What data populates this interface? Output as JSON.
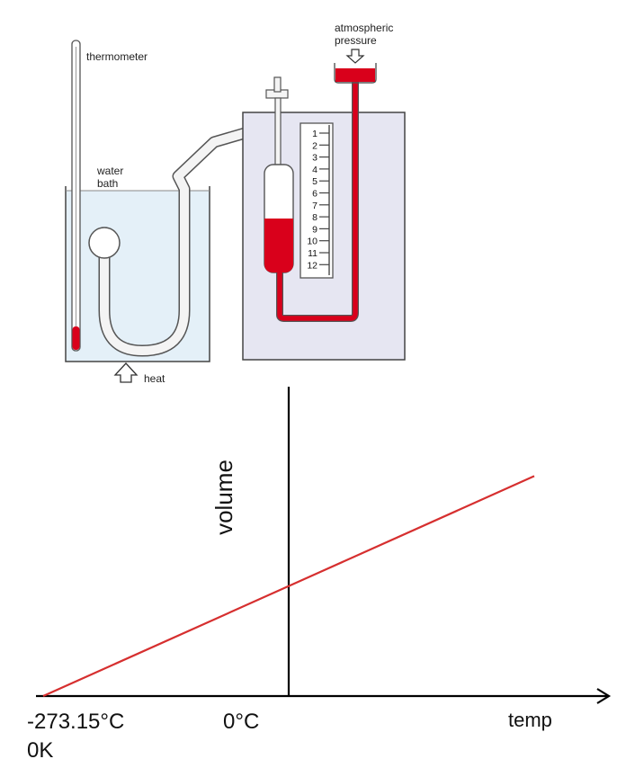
{
  "apparatus": {
    "labels": {
      "thermometer": "thermometer",
      "water_bath_line1": "water",
      "water_bath_line2": "bath",
      "heat": "heat",
      "atmospheric_line1": "atmospheric",
      "atmospheric_line2": "pressure"
    },
    "scale_ticks": [
      "1",
      "2",
      "3",
      "4",
      "5",
      "6",
      "7",
      "8",
      "9",
      "10",
      "11",
      "12"
    ],
    "colors": {
      "water": "#e4f0f8",
      "box": "#e6e6f2",
      "liquid": "#d9001b",
      "outline": "#444444"
    }
  },
  "chart_data": {
    "type": "line",
    "ylabel": "volume",
    "xlabel": "temp",
    "x_tick_labels": {
      "absolute_zero_celsius": "-273.15°C",
      "absolute_zero_kelvin": "0K",
      "zero_celsius": "0°C"
    },
    "series": [
      {
        "points": [
          [
            -273.15,
            0
          ],
          [
            273.15,
            1.55
          ]
        ],
        "color": "#d62f2f"
      }
    ],
    "y_at_zero_celsius": 0.775,
    "ylim": [
      0,
      2.18
    ]
  }
}
